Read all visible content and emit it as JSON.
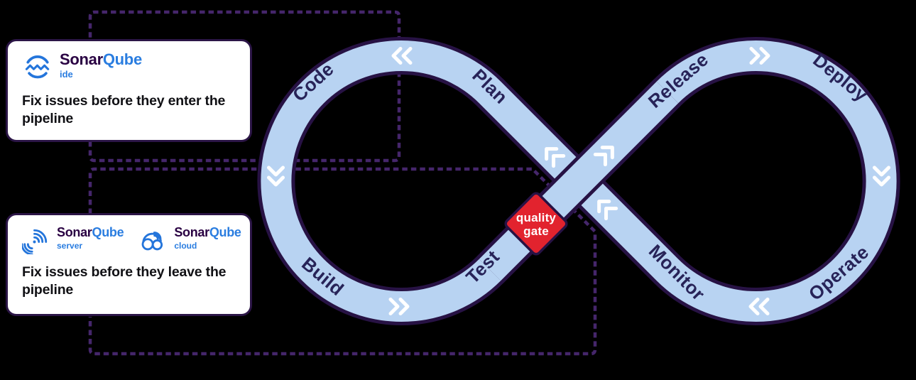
{
  "loop": {
    "stages": [
      {
        "id": "code",
        "label": "Code"
      },
      {
        "id": "plan",
        "label": "Plan"
      },
      {
        "id": "release",
        "label": "Release"
      },
      {
        "id": "deploy",
        "label": "Deploy"
      },
      {
        "id": "build",
        "label": "Build"
      },
      {
        "id": "test",
        "label": "Test"
      },
      {
        "id": "monitor",
        "label": "Monitor"
      },
      {
        "id": "operate",
        "label": "Operate"
      }
    ],
    "quality_gate": {
      "line1": "quality",
      "line2": "gate"
    }
  },
  "cards": [
    {
      "products": [
        {
          "name_prefix": "Sonar",
          "name_suffix": "Qube",
          "edition": "ide",
          "icon": "sonarqube-ide-icon"
        }
      ],
      "description": "Fix issues before they enter the pipeline"
    },
    {
      "products": [
        {
          "name_prefix": "Sonar",
          "name_suffix": "Qube",
          "edition": "server",
          "icon": "sonarqube-server-icon"
        },
        {
          "name_prefix": "Sonar",
          "name_suffix": "Qube",
          "edition": "cloud",
          "icon": "sonarqube-cloud-icon"
        }
      ],
      "description": "Fix issues before they leave the pipeline"
    }
  ],
  "colors": {
    "background": "#000000",
    "band_fill": "#b8d3f2",
    "band_outline": "#271244",
    "dashed_connector": "#45266b",
    "stage_label": "#272358",
    "quality_gate_fill": "#e2232e",
    "flow_arrow": "#ffffff",
    "brand_sonar": "#290042",
    "brand_qube": "#2a7de0",
    "card_text": "#101014"
  }
}
